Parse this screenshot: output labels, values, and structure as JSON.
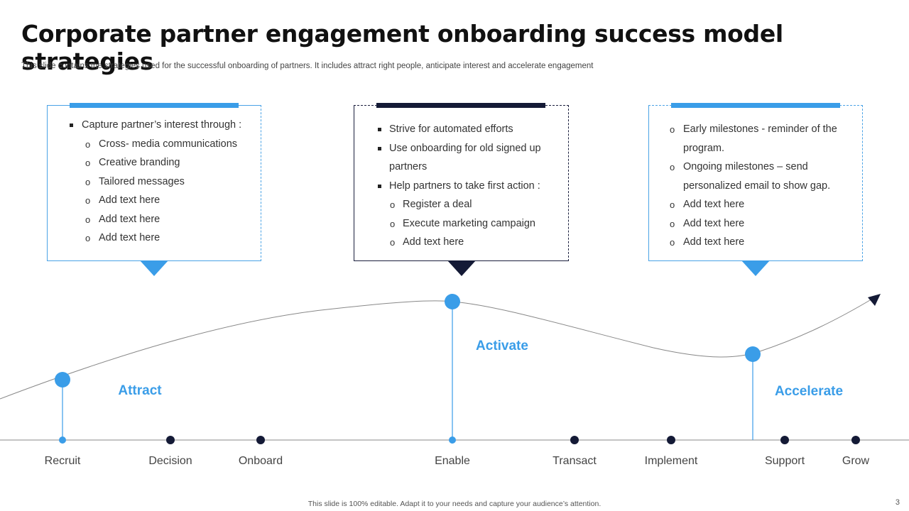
{
  "slide": {
    "title": "Corporate partner engagement onboarding success model strategies",
    "subtitle": "This slide contains the strategies used for the successful onboarding of partners. It includes attract right people, anticipate interest and accelerate engagement",
    "footer": "This slide is 100% editable. Adapt it to your needs and capture your audience’s attention.",
    "page_number": "3"
  },
  "colors": {
    "accent": "#3a9de8",
    "dark": "#141a36",
    "line": "#888888"
  },
  "boxes": [
    {
      "items": [
        {
          "type": "square",
          "text": "Capture partner’s interest through :"
        },
        {
          "type": "circle",
          "text": "Cross- media communications"
        },
        {
          "type": "circle",
          "text": "Creative branding"
        },
        {
          "type": "circle",
          "text": "Tailored messages"
        },
        {
          "type": "circle",
          "text": "Add text here"
        },
        {
          "type": "circle",
          "text": "Add text here"
        },
        {
          "type": "circle",
          "text": "Add text here"
        }
      ]
    },
    {
      "items": [
        {
          "type": "square",
          "text": "Strive for automated  efforts"
        },
        {
          "type": "square",
          "text": "Use onboarding for old signed up"
        },
        {
          "type": "cont",
          "text": "partners"
        },
        {
          "type": "square",
          "text": "Help partners to take first action :"
        },
        {
          "type": "circle",
          "text": "Register a deal"
        },
        {
          "type": "circle",
          "text": "Execute marketing campaign"
        },
        {
          "type": "circle",
          "text": "Add text here"
        }
      ]
    },
    {
      "items": [
        {
          "type": "circle",
          "text": "Early milestones - reminder of the"
        },
        {
          "type": "cont",
          "text": "program."
        },
        {
          "type": "circle",
          "text": "Ongoing milestones – send"
        },
        {
          "type": "cont",
          "text": "personalized email to show gap."
        },
        {
          "type": "circle",
          "text": "Add text here"
        },
        {
          "type": "circle",
          "text": "Add text here"
        },
        {
          "type": "circle",
          "text": "Add text here"
        }
      ]
    }
  ],
  "phases": [
    {
      "label": "Attract"
    },
    {
      "label": "Activate"
    },
    {
      "label": "Accelerate"
    }
  ],
  "stages": [
    {
      "label": "Recruit",
      "highlight": true
    },
    {
      "label": "Decision",
      "highlight": false
    },
    {
      "label": "Onboard",
      "highlight": false
    },
    {
      "label": "Enable",
      "highlight": true
    },
    {
      "label": "Transact",
      "highlight": false
    },
    {
      "label": "Implement",
      "highlight": false
    },
    {
      "label": "Support",
      "highlight": false
    },
    {
      "label": "Grow",
      "highlight": false
    }
  ]
}
